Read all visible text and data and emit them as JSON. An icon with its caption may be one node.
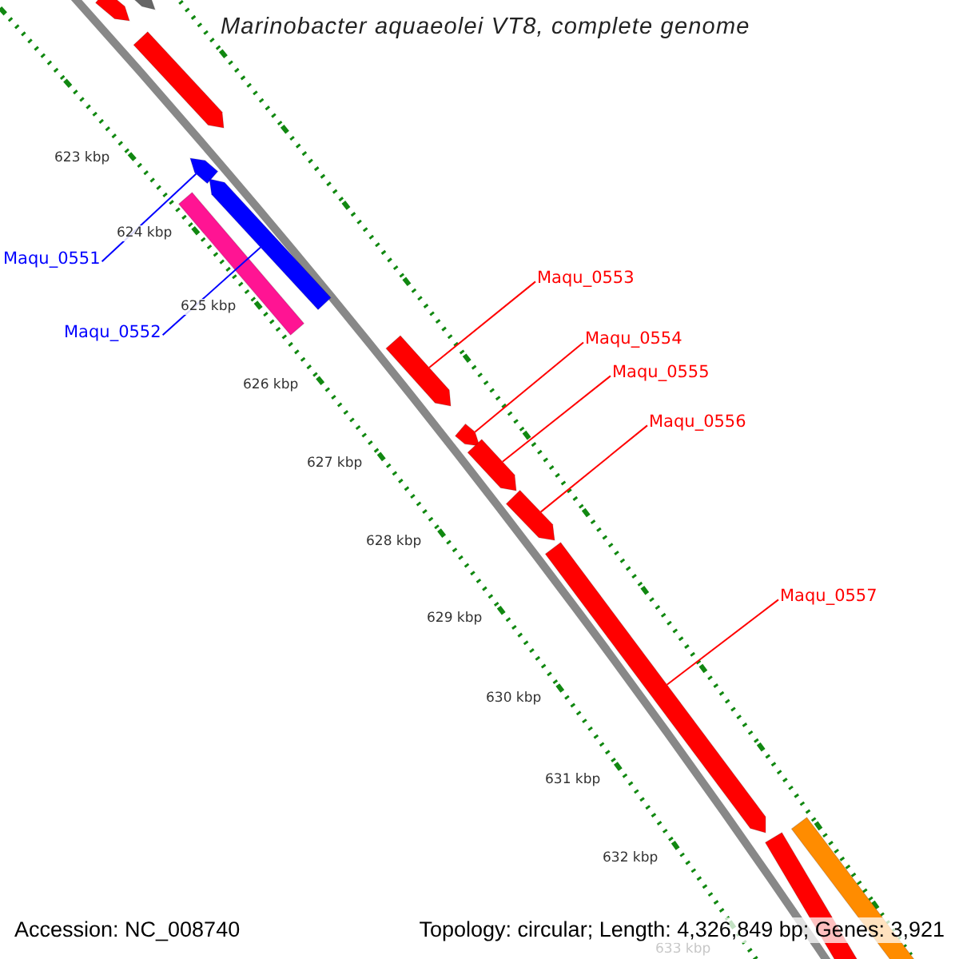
{
  "diagram": {
    "title": "Marinobacter aquaeolei VT8, complete genome",
    "nodes": [
      {
        "text": [
          "Maqu_0551"
        ]
      },
      {
        "text": [
          "Maqu_0552"
        ]
      },
      {
        "text": [
          "Maqu_0553"
        ]
      },
      {
        "text": [
          "Maqu_0554"
        ]
      },
      {
        "text": [
          "Maqu_0555"
        ]
      },
      {
        "text": [
          "Maqu_0556"
        ]
      },
      {
        "text": [
          "Maqu_0557"
        ]
      },
      {
        "text": [],
        "shape": "arrow"
      },
      {
        "text": [],
        "shape": "arrow"
      },
      {
        "text": [],
        "shape": "arrow"
      },
      {
        "text": [],
        "shape": "arrow"
      },
      {
        "text": [],
        "shape": "arrow"
      },
      {
        "text": [],
        "shape": "arrow"
      },
      {
        "text": [],
        "shape": "arrow"
      },
      {
        "text": [],
        "shape": "arrow"
      },
      {
        "text": [],
        "shape": "arrow"
      },
      {
        "text": [],
        "shape": "arrow"
      },
      {
        "text": [],
        "shape": "bar"
      },
      {
        "text": [],
        "shape": "bar"
      },
      {
        "text": [],
        "shape": "bar"
      }
    ],
    "edges": [
      {
        "from": 0,
        "to": 7,
        "arrow": "none",
        "color": "#0000ff"
      },
      {
        "from": 1,
        "to": 8,
        "arrow": "none",
        "color": "#0000ff"
      },
      {
        "from": 2,
        "to": 9,
        "arrow": "none"
      },
      {
        "from": 3,
        "to": 10,
        "arrow": "none"
      },
      {
        "from": 4,
        "to": 11,
        "arrow": "none"
      },
      {
        "from": 5,
        "to": 12,
        "arrow": "none"
      },
      {
        "from": 6,
        "to": 13,
        "arrow": "none"
      }
    ],
    "labels": [
      "623 kbp",
      "624 kbp",
      "625 kbp",
      "626 kbp",
      "627 kbp",
      "628 kbp",
      "629 kbp",
      "630 kbp",
      "631 kbp",
      "632 kbp",
      "633 kbp",
      "Accession: NC_008740",
      "Topology: circular; Length: 4,326,849 bp; Genes: 3,921"
    ]
  }
}
